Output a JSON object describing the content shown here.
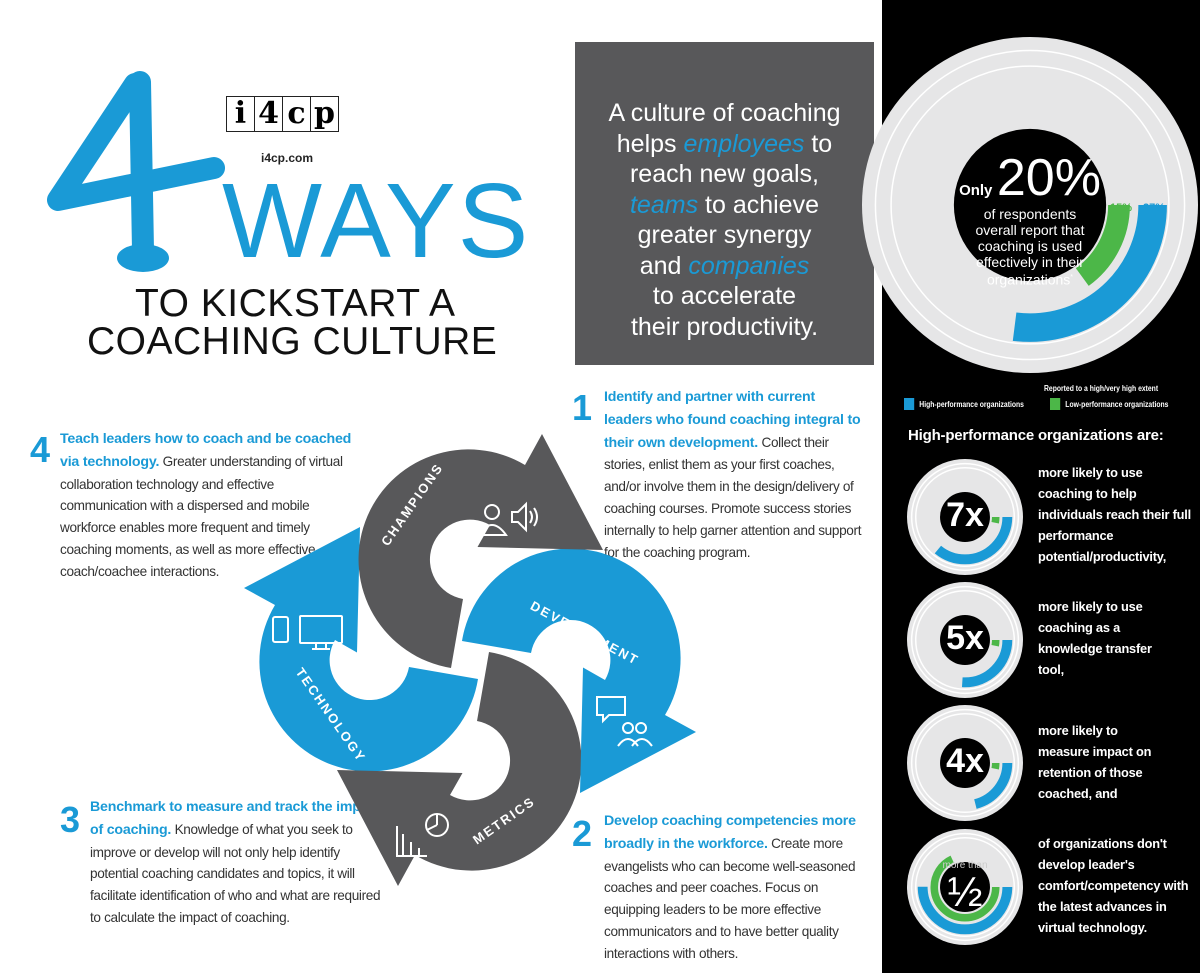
{
  "colors": {
    "blue": "#1a9ad6",
    "gray": "#58585a",
    "green": "#4cb748",
    "ring": "#e6e6e7"
  },
  "logo": {
    "letters": [
      "i",
      "4",
      "c",
      "p"
    ],
    "url": "i4cp.com"
  },
  "title": {
    "number": "4",
    "ways": "WAYS",
    "line1": "TO KICKSTART A",
    "line2": "COACHING CULTURE"
  },
  "quote": {
    "l1": "A culture of coaching",
    "l2a": "helps ",
    "l2b": "employees",
    "l2c": " to",
    "l3": "reach new goals,",
    "l4a": "teams",
    "l4b": " to achieve",
    "l5": "greater synergy",
    "l6a": "and ",
    "l6b": "companies",
    "l7": "to accelerate",
    "l8": "their productivity."
  },
  "steps": [
    {
      "num": "1",
      "heading": "Identify and partner with current leaders who found coaching integral to their own development.",
      "body": "Collect their stories, enlist them as your first coaches, and/or involve them in the design/delivery of coaching courses. Promote success stories internally to help garner attention and support for the coaching  program."
    },
    {
      "num": "2",
      "heading": "Develop coaching competencies more broadly in the workforce.",
      "body": "Create more evangelists who can become well-seasoned coaches and peer coaches. Focus on equipping leaders to be more effective communicators and to have  better quality interactions with others."
    },
    {
      "num": "3",
      "heading": "Benchmark to measure and track the impact of coaching.",
      "body": "Knowledge of what you seek to improve or develop will not only help identify potential coaching candidates and topics, it will facilitate identification of who and what are required to calculate the impact of coaching."
    },
    {
      "num": "4",
      "heading": "Teach leaders how to coach and be coached via technology.",
      "body": "Greater understanding of virtual collaboration technology and effective communication with a dispersed and mobile workforce enables more frequent and timely coaching moments, as well as more effective coach/coachee interactions."
    }
  ],
  "cycle": {
    "labels": [
      "CHAMPIONS",
      "DEVELOPMENT",
      "METRICS",
      "TECHNOLOGY"
    ]
  },
  "stats": {
    "main": {
      "only": "Only",
      "pct": "20%",
      "text": "of respondents overall report that coaching is used effectively in their organizations",
      "note": "*",
      "high_label": "27%",
      "low_label": "15%",
      "high": 0.27,
      "low": 0.15
    },
    "legend_title": "Reported to a high/very high extent",
    "legend": [
      "High-performance organizations",
      "Low-performance organizations"
    ],
    "heading": "High-performance organizations are:",
    "items": [
      {
        "value": "7x",
        "pre": "",
        "text": "more likely to use coaching to help individuals reach their full performance potential/productivity,",
        "high": 0.36,
        "low": 0.03
      },
      {
        "value": "5x",
        "pre": "",
        "text": "more likely to use coaching as a knowledge transfer tool,",
        "high": 0.26,
        "low": 0.03
      },
      {
        "value": "4x",
        "pre": "",
        "text": "more likely to measure impact on retention of those coached, and",
        "high": 0.21,
        "low": 0.03
      },
      {
        "value": "½",
        "pre": "more than",
        "text": "of organizations don't develop leader's comfort/competency with the latest advances in virtual technology.",
        "high": 0.5,
        "low": 0.68
      }
    ]
  }
}
